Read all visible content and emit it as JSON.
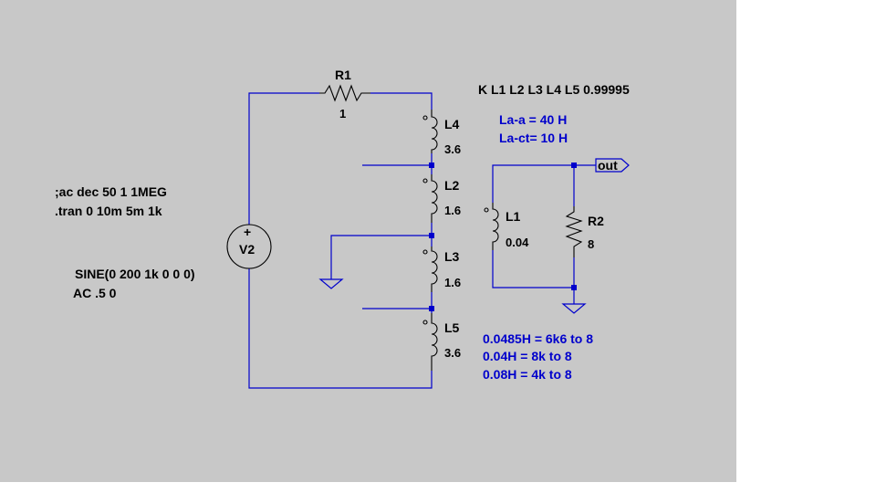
{
  "colors": {
    "canvas": "#c8c8c8",
    "wire": "#0000cc",
    "component": "#000000",
    "comment_text": "#0000cc",
    "directive_text": "#000000"
  },
  "components": {
    "r1": {
      "name": "R1",
      "value": "1"
    },
    "r2": {
      "name": "R2",
      "value": "8"
    },
    "l1": {
      "name": "L1",
      "value": "0.04"
    },
    "l2": {
      "name": "L2",
      "value": "1.6"
    },
    "l3": {
      "name": "L3",
      "value": "1.6"
    },
    "l4": {
      "name": "L4",
      "value": "3.6"
    },
    "l5": {
      "name": "L5",
      "value": "3.6"
    },
    "v2": {
      "name": "V2",
      "plus": "+",
      "source_line1": "SINE(0 200 1k 0 0 0)",
      "source_line2": "AC .5 0"
    }
  },
  "net_labels": {
    "out": "out"
  },
  "directives": {
    "coupling": "K L1 L2 L3 L4 L5 0.99995",
    "ac": ";ac dec 50 1 1MEG",
    "tran": ".tran 0 10m 5m 1k"
  },
  "comments": {
    "la_a": "La-a = 40 H",
    "la_ct": "La-ct= 10 H",
    "ratio1": "0.0485H = 6k6 to 8",
    "ratio2": "0.04H = 8k to 8",
    "ratio3": "0.08H = 4k to 8"
  }
}
